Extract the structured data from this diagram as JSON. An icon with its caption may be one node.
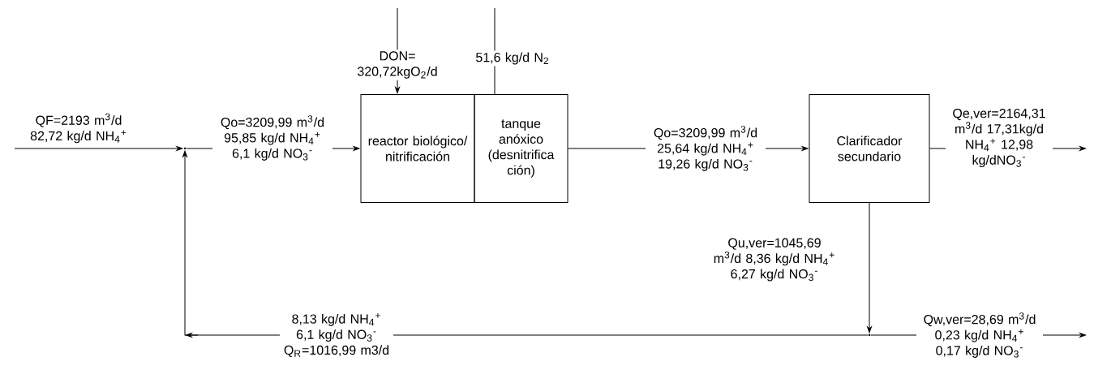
{
  "diagram": {
    "nodes": [
      {
        "text": [
          "reactor biológico/ nitrificación"
        ]
      },
      {
        "text": [
          "tanque anóxico (desnitrifica ción)"
        ]
      },
      {
        "text": [
          "Clarificador secundario"
        ]
      },
      {
        "text": [],
        "shape": "point"
      },
      {
        "text": [],
        "shape": "point"
      }
    ],
    "edges": [
      {
        "from": null,
        "to": 3,
        "arrow": "to",
        "label": "QF=2193 m$^{3}$/d 82,72 kg/d NH$_{4}$$^{+}$"
      },
      {
        "from": 3,
        "to": 0,
        "arrow": "to",
        "label": "Qo=3209,99 m$^{3}$/d 95,85 kg/d NH$_{4}$$^{+}$ 6,1 kg/d NO$_{3}$$^{-}$"
      },
      {
        "from": null,
        "to": 0,
        "arrow": "to",
        "label": "DON= 320,72kgO$_{2}$/d"
      },
      {
        "from": 1,
        "to": null,
        "arrow": "none",
        "label": "51,6 kg/d N$_{2}$"
      },
      {
        "from": 1,
        "to": 2,
        "arrow": "to",
        "label": "Qo=3209,99 m$^{3}$/d 25,64 kg/d NH$_{4}$$^{+}$ 19,26 kg/d NO$_{3}$$^{-}$"
      },
      {
        "from": 2,
        "to": null,
        "arrow": "to",
        "label": "Qe,ver=2164,31 m$^{3}$/d 17,31kg/d NH$_{4}$$^{+}$ 12,98 kg/dNO$_{3}$$^{-}$"
      },
      {
        "from": 2,
        "to": 4,
        "arrow": "to",
        "label": "Qu,ver=1045,69 m$^{3}$/d 8,36 kg/d NH$_{4}$$^{+}$ 6,27 kg/d NO$_{3}$$^{-}$"
      },
      {
        "from": 4,
        "to": 3,
        "arrow": "to",
        "label": "8,13 kg/d NH$_{4}$$^{+}$ 6,1 kg/d NO$_{3}$$^{-}$ Q$_{R}$=1016,99 m3/d"
      },
      {
        "from": 4,
        "to": null,
        "arrow": "to",
        "label": "Qw,ver=28,69 m$^{3}$/d 0,23 kg/d NH$_{4}$$^{+}$ 0,17 kg/d NO$_{3}$$^{-}$"
      }
    ]
  }
}
